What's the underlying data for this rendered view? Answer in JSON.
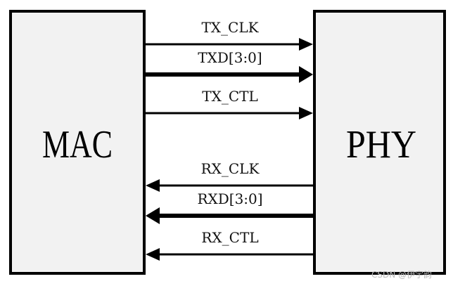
{
  "blocks": {
    "left": "MAC",
    "right": "PHY"
  },
  "signals": [
    {
      "label": "TX_CLK",
      "direction": "to-phy",
      "bus": false
    },
    {
      "label": "TXD[3:0]",
      "direction": "to-phy",
      "bus": true
    },
    {
      "label": "TX_CTL",
      "direction": "to-phy",
      "bus": false
    },
    {
      "label": "RX_CLK",
      "direction": "to-mac",
      "bus": false
    },
    {
      "label": "RXD[3:0]",
      "direction": "to-mac",
      "bus": true
    },
    {
      "label": "RX_CTL",
      "direction": "to-mac",
      "bus": false
    }
  ],
  "watermark": "CSDN @伊宇韵",
  "colors": {
    "block_fill": "#f2f2f2",
    "line": "#000000"
  }
}
